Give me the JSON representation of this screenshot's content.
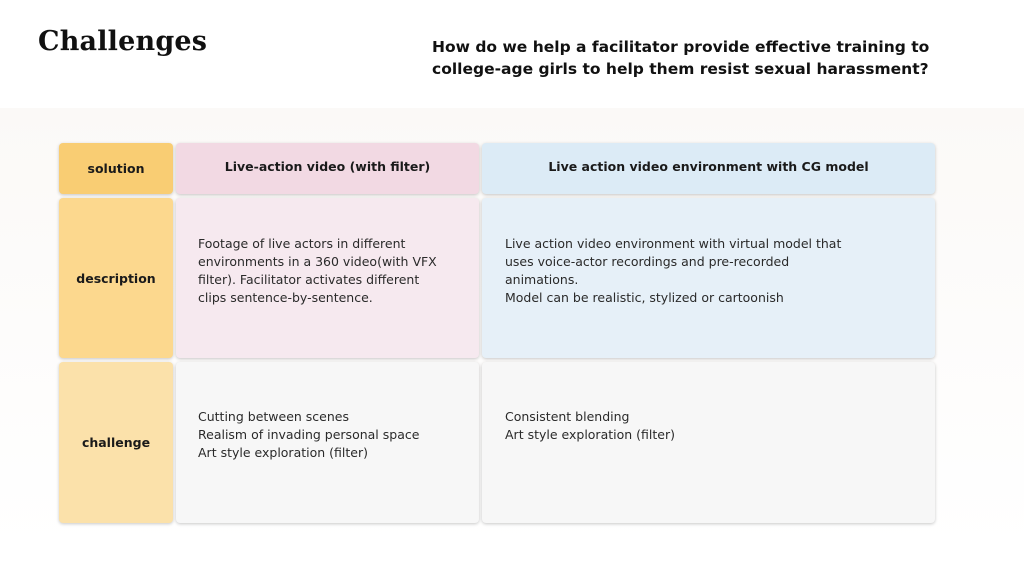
{
  "title": "Challenges",
  "question": "How do we help a facilitator provide effective training to college-age girls to help them resist sexual harassment?",
  "table": {
    "row_labels": {
      "solution": "solution",
      "description": "description",
      "challenge": "challenge"
    },
    "columns": [
      {
        "solution": "Live-action video (with filter)",
        "description": [
          "Footage of live actors in different",
          "environments in a 360 video(with VFX",
          "filter). Facilitator activates different",
          "clips sentence-by-sentence."
        ],
        "challenge": [
          "Cutting between scenes",
          "Realism of invading personal space",
          "Art style exploration (filter)"
        ]
      },
      {
        "solution": "Live action video environment with CG model",
        "description": [
          "Live action video environment with virtual model that",
          "uses voice-actor recordings and pre-recorded",
          "animations.",
          "Model can be realistic, stylized or cartoonish"
        ],
        "challenge": [
          "Consistent blending",
          "Art style exploration (filter)"
        ]
      }
    ]
  },
  "colors": {
    "label_solution": "#f9cd73",
    "label_description": "#fcd88e",
    "label_challenge": "#fbe1aa",
    "col1_header": "#f2d9e3",
    "col1_body": "#f6e9ef",
    "col2_header": "#dcebf6",
    "col2_body": "#e6f0f8",
    "challenge_body": "#f7f7f7"
  }
}
